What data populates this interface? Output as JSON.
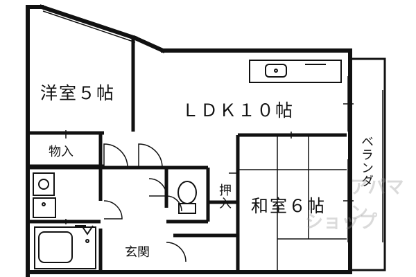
{
  "rooms": {
    "western_room": "洋室５帖",
    "ldk": "ＬＤＫ１０帖",
    "storage": "物入",
    "closet": "押入",
    "japanese_room": "和室６帖",
    "entrance": "玄関",
    "balcony": "ベランダ"
  },
  "watermark": {
    "line1": "アパマン",
    "line2": "ショップ"
  }
}
